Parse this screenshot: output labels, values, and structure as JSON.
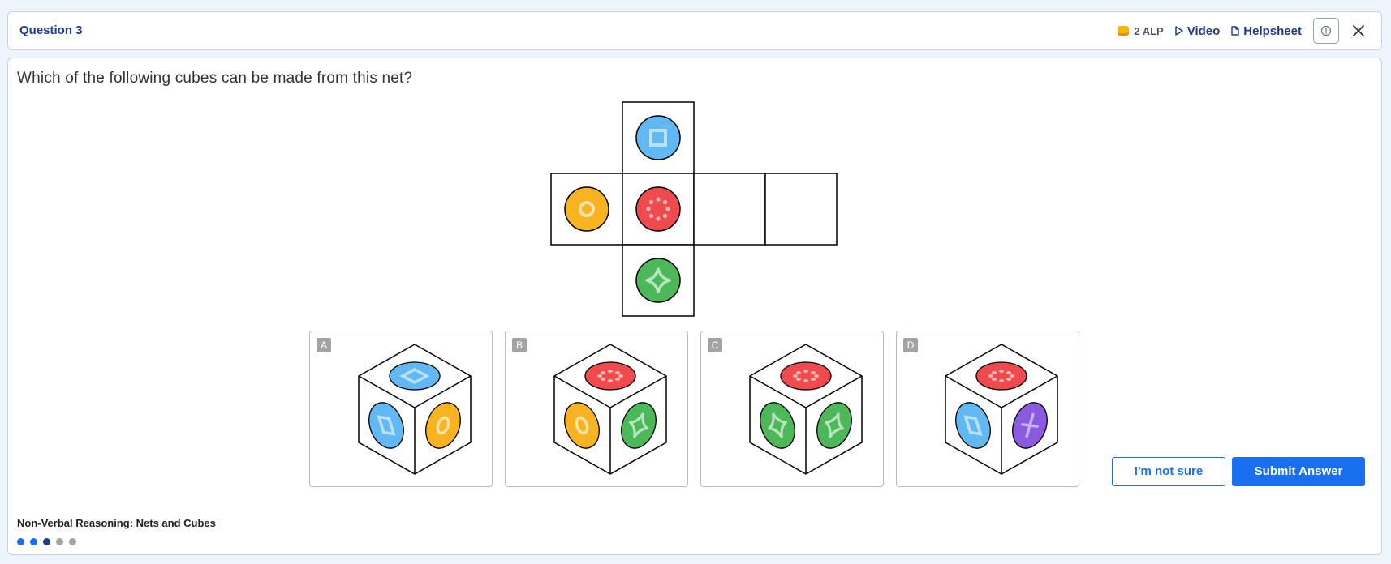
{
  "header": {
    "title": "Question 3",
    "alp": "2 ALP",
    "video_label": "Video",
    "helpsheet_label": "Helpsheet"
  },
  "question": {
    "text": "Which of the following cubes can be made from this net?"
  },
  "options": [
    {
      "label": "A",
      "top": "blue-diamond",
      "left": "blue-diamond",
      "right": "orange-ring"
    },
    {
      "label": "B",
      "top": "red-dots",
      "left": "orange-ring",
      "right": "green-star"
    },
    {
      "label": "C",
      "top": "red-dots",
      "left": "green-star",
      "right": "green-star"
    },
    {
      "label": "D",
      "top": "red-dots",
      "left": "blue-diamond",
      "right": "purple-cross"
    }
  ],
  "footer": {
    "topic": "Non-Verbal Reasoning: Nets and Cubes",
    "progress_dots": [
      "#1a6ff0",
      "#1a6ff0",
      "#1f3a8a",
      "#a3a3a3",
      "#a3a3a3"
    ],
    "unsure_label": "I'm not sure",
    "submit_label": "Submit Answer"
  },
  "colors": {
    "blue": "#61b8f2",
    "orange": "#f8b323",
    "red": "#ef4b4e",
    "green": "#4cb85a",
    "purple": "#8a5bde",
    "brand": "#1a6ff0",
    "title": "#1f3a8a"
  }
}
